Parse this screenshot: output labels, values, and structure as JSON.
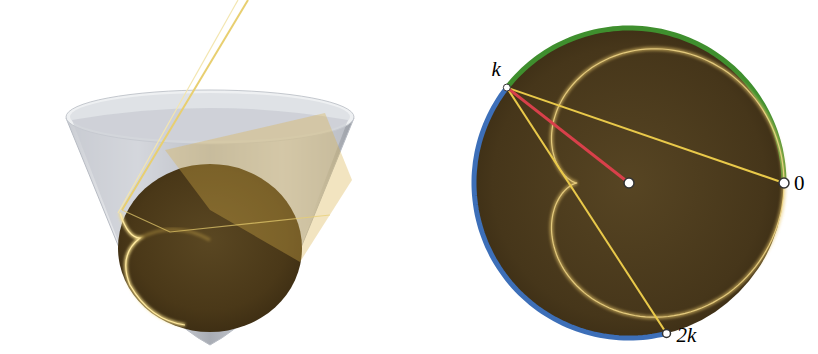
{
  "diagram": {
    "labels": [
      "k",
      "0",
      "2k"
    ]
  }
}
